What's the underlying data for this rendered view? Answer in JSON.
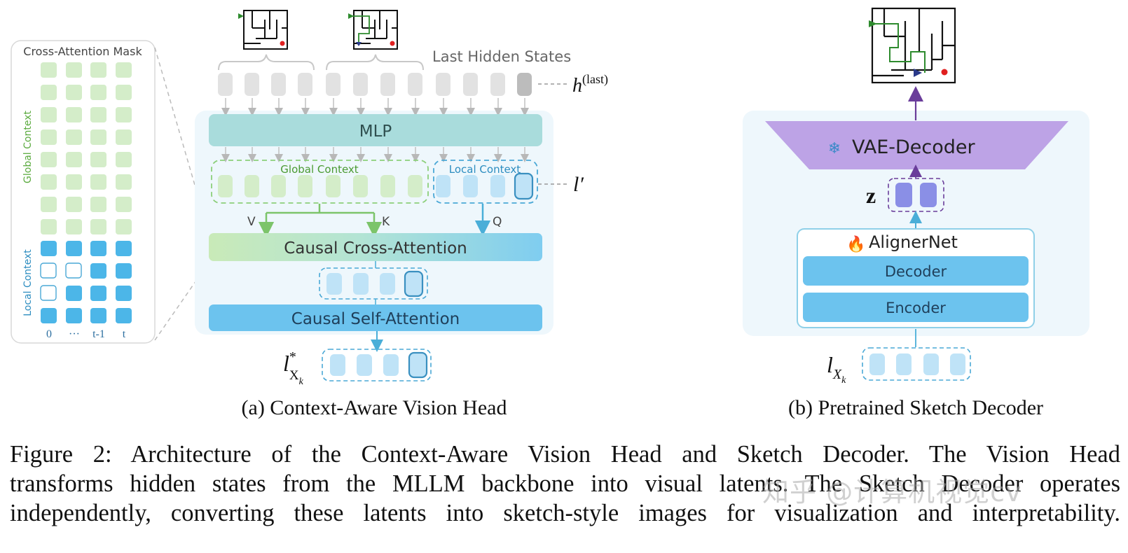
{
  "panel_a": {
    "mask_panel": {
      "title": "Cross-Attention Mask",
      "global_label": "Global Context",
      "local_label": "Local Context",
      "col_labels": [
        "0",
        "···",
        "t-1",
        "t"
      ]
    },
    "top_label": "Last Hidden States",
    "h_last_base": "h",
    "h_last_sup": "(last)",
    "mlp_label": "MLP",
    "global_context_label": "Global Context",
    "local_context_label": "Local Context",
    "l_prime_label": "l′",
    "arrow_v": "V",
    "arrow_k": "K",
    "arrow_q": "Q",
    "cross_attention_label": "Causal Cross-Attention",
    "self_attention_label": "Causal Self-Attention",
    "l_star_base": "l",
    "l_star_sup": "*",
    "l_star_sub": "X",
    "l_star_subsub": "k",
    "caption": "(a) Context-Aware Vision Head"
  },
  "panel_b": {
    "vae_decoder_label": "VAE-Decoder",
    "z_label": "z",
    "alignernet_label": "AlignerNet",
    "decoder_label": "Decoder",
    "encoder_label": "Encoder",
    "l_x_base": "l",
    "l_x_sub": "X",
    "l_x_subsub": "k",
    "caption": "(b) Pretrained Sketch Decoder"
  },
  "figure_caption": {
    "line1": "Figure 2: Architecture of the Context-Aware Vision Head and Sketch Decoder. The Vision Head",
    "line2": "transforms hidden states from the MLLM backbone into visual latents. The Sketch Decoder operates",
    "line3": "independently, converting these latents into sketch-style images for visualization and interpretability."
  },
  "watermark": "知乎 @计算机视觉cv",
  "colors": {
    "green_token": "#d4edc9",
    "blue_token": "#bfe3f7",
    "blue_strong": "#4cb6e8",
    "mlp_fill": "#a9dcdc",
    "vae_fill": "#bda3e6",
    "z_token": "#8a8fe6",
    "gray_token": "#e2e2e2"
  }
}
